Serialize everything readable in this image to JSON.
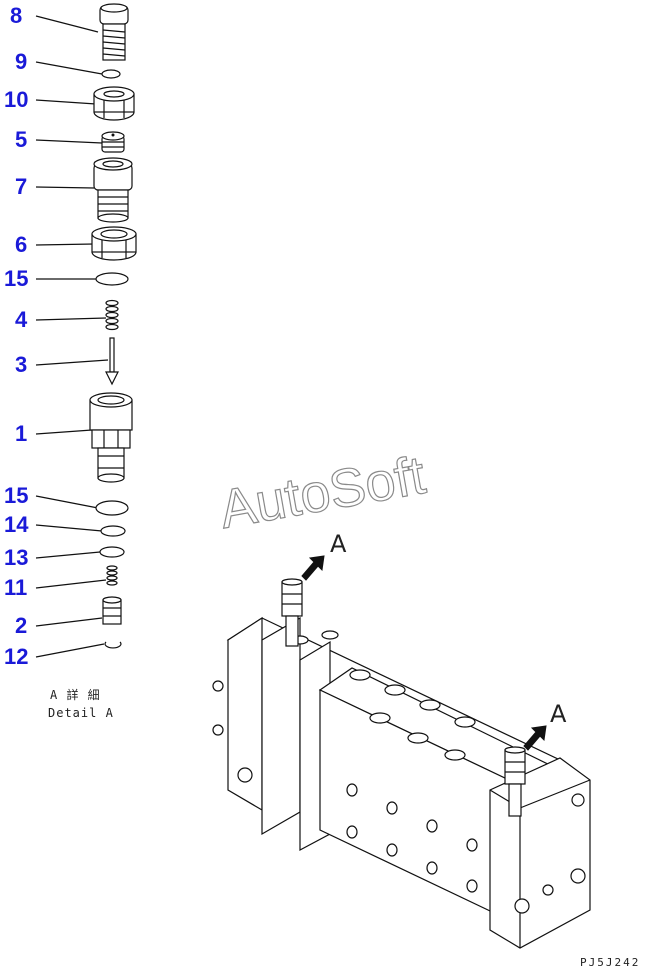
{
  "callouts": [
    "8",
    "9",
    "10",
    "5",
    "7",
    "6",
    "15",
    "4",
    "3",
    "1",
    "15",
    "14",
    "13",
    "11",
    "2",
    "12"
  ],
  "detail_caption": {
    "line1": "A 詳 細",
    "line2": "Detail A"
  },
  "view_marker_top": "A",
  "view_marker_right": "A",
  "watermark": "AutoSoft",
  "figure_code": "PJ5J242",
  "colors": {
    "callout": "#1a1ad8",
    "line": "#111111"
  }
}
